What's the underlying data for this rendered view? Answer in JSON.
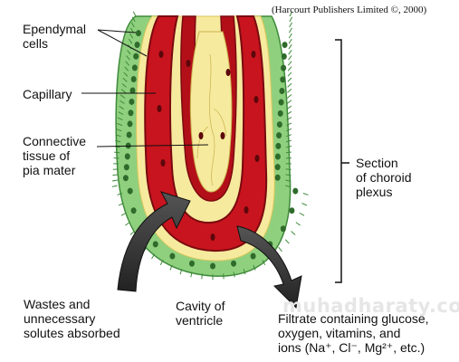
{
  "credit": "(Harcourt Publishers Limited  ©, 2000)",
  "watermark": "muhadharaty.com",
  "labels": {
    "ependymal": [
      "Ependymal",
      "cells"
    ],
    "capillary": "Capillary",
    "connective": [
      "Connective",
      "tissue of",
      "pia mater"
    ],
    "section": [
      "Section",
      "of choroid",
      "plexus"
    ],
    "wastes": [
      "Wastes and",
      "unnecessary",
      "solutes absorbed"
    ],
    "cavity": [
      "Cavity of",
      "ventricle"
    ],
    "filtrate": [
      "Filtrate containing glucose,",
      "oxygen, vitamins, and",
      "ions (Na⁺, Cl⁻, Mg²⁺, etc.)"
    ]
  },
  "colors": {
    "epithelium": "#8fd07f",
    "epithelium_edge": "#3f8a3a",
    "nucleus": "#2f6b2a",
    "capillary": "#c8141e",
    "capillary_dark": "#7a0a0f",
    "connective": "#f6ea9e",
    "arrow": "#333333"
  }
}
